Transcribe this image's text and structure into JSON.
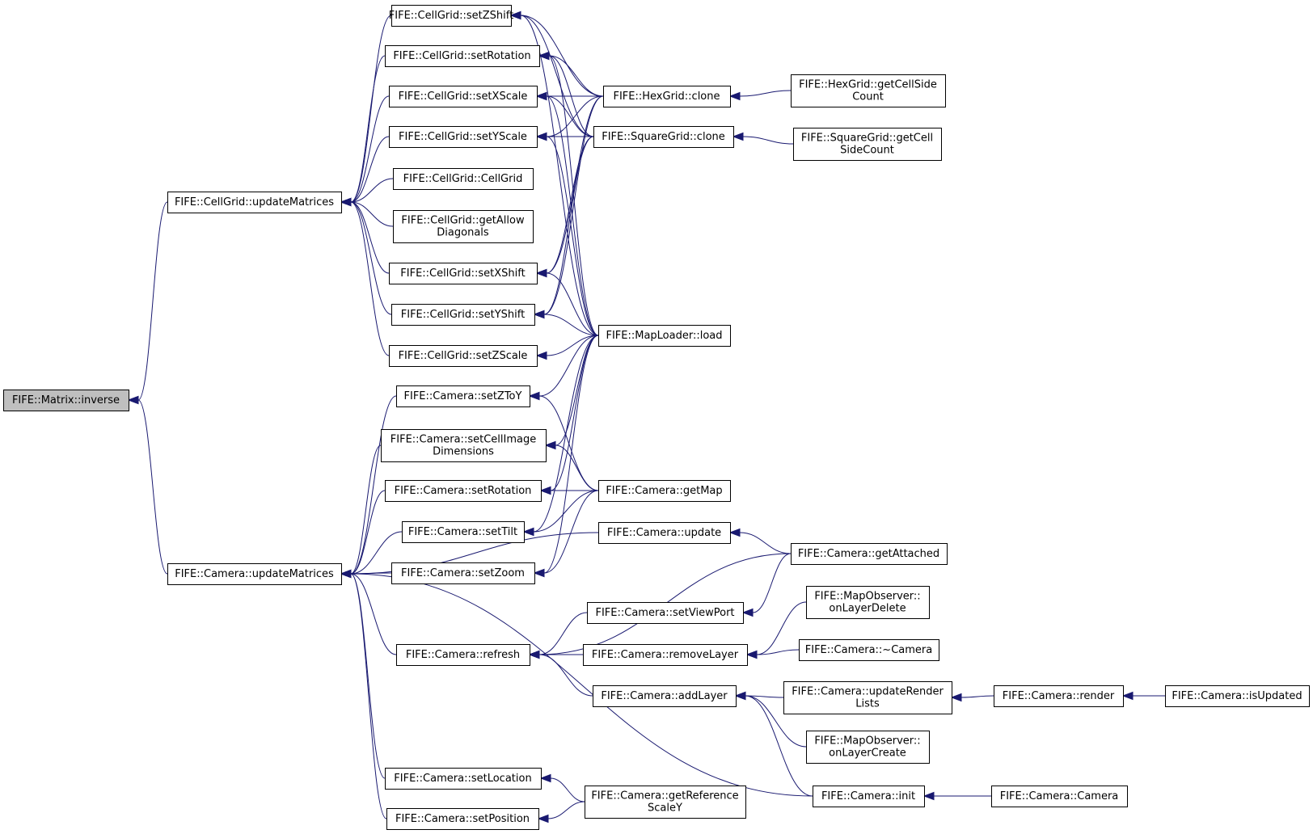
{
  "colors": {
    "edge": "#191970",
    "node_fill": "#ffffff",
    "focus_fill": "#bfbfbf",
    "node_border": "#000000"
  },
  "nodes": [
    {
      "id": "inverse",
      "lines": [
        "FIFE::Matrix::inverse"
      ],
      "focus": true
    },
    {
      "id": "cg_update",
      "lines": [
        "FIFE::CellGrid::updateMatrices"
      ]
    },
    {
      "id": "cam_update",
      "lines": [
        "FIFE::Camera::updateMatrices"
      ]
    },
    {
      "id": "cg_setZShift",
      "lines": [
        "FIFE::CellGrid::setZShift"
      ]
    },
    {
      "id": "cg_setRotation",
      "lines": [
        "FIFE::CellGrid::setRotation"
      ]
    },
    {
      "id": "cg_setXScale",
      "lines": [
        "FIFE::CellGrid::setXScale"
      ]
    },
    {
      "id": "cg_setYScale",
      "lines": [
        "FIFE::CellGrid::setYScale"
      ]
    },
    {
      "id": "cg_CellGrid",
      "lines": [
        "FIFE::CellGrid::CellGrid"
      ]
    },
    {
      "id": "cg_getAllowDiag",
      "lines": [
        "FIFE::CellGrid::getAllow",
        "Diagonals"
      ]
    },
    {
      "id": "cg_setXShift",
      "lines": [
        "FIFE::CellGrid::setXShift"
      ]
    },
    {
      "id": "cg_setYShift",
      "lines": [
        "FIFE::CellGrid::setYShift"
      ]
    },
    {
      "id": "cg_setZScale",
      "lines": [
        "FIFE::CellGrid::setZScale"
      ]
    },
    {
      "id": "cam_setZToY",
      "lines": [
        "FIFE::Camera::setZToY"
      ]
    },
    {
      "id": "cam_setCellImageDim",
      "lines": [
        "FIFE::Camera::setCellImage",
        "Dimensions"
      ]
    },
    {
      "id": "cam_setRotation",
      "lines": [
        "FIFE::Camera::setRotation"
      ]
    },
    {
      "id": "cam_setTilt",
      "lines": [
        "FIFE::Camera::setTilt"
      ]
    },
    {
      "id": "cam_setZoom",
      "lines": [
        "FIFE::Camera::setZoom"
      ]
    },
    {
      "id": "cam_refresh",
      "lines": [
        "FIFE::Camera::refresh"
      ]
    },
    {
      "id": "cam_setLocation",
      "lines": [
        "FIFE::Camera::setLocation"
      ]
    },
    {
      "id": "cam_setPosition",
      "lines": [
        "FIFE::Camera::setPosition"
      ]
    },
    {
      "id": "hex_clone",
      "lines": [
        "FIFE::HexGrid::clone"
      ]
    },
    {
      "id": "sq_clone",
      "lines": [
        "FIFE::SquareGrid::clone"
      ]
    },
    {
      "id": "maploader_load",
      "lines": [
        "FIFE::MapLoader::load"
      ]
    },
    {
      "id": "cam_getMap",
      "lines": [
        "FIFE::Camera::getMap"
      ]
    },
    {
      "id": "cam_updateFn",
      "lines": [
        "FIFE::Camera::update"
      ]
    },
    {
      "id": "cam_setViewPort",
      "lines": [
        "FIFE::Camera::setViewPort"
      ]
    },
    {
      "id": "cam_removeLayer",
      "lines": [
        "FIFE::Camera::removeLayer"
      ]
    },
    {
      "id": "cam_addLayer",
      "lines": [
        "FIFE::Camera::addLayer"
      ]
    },
    {
      "id": "cam_getRefScaleY",
      "lines": [
        "FIFE::Camera::getReference",
        "ScaleY"
      ]
    },
    {
      "id": "hex_getCellSideCount",
      "lines": [
        "FIFE::HexGrid::getCellSide",
        "Count"
      ]
    },
    {
      "id": "sq_getCellSideCount",
      "lines": [
        "FIFE::SquareGrid::getCell",
        "SideCount"
      ]
    },
    {
      "id": "cam_getAttached",
      "lines": [
        "FIFE::Camera::getAttached"
      ]
    },
    {
      "id": "mo_onLayerDelete",
      "lines": [
        "FIFE::MapObserver::",
        "onLayerDelete"
      ]
    },
    {
      "id": "cam_destructor",
      "lines": [
        "FIFE::Camera::~Camera"
      ]
    },
    {
      "id": "cam_updateRenderLists",
      "lines": [
        "FIFE::Camera::updateRender",
        "Lists"
      ]
    },
    {
      "id": "mo_onLayerCreate",
      "lines": [
        "FIFE::MapObserver::",
        "onLayerCreate"
      ]
    },
    {
      "id": "cam_init",
      "lines": [
        "FIFE::Camera::init"
      ]
    },
    {
      "id": "cam_render",
      "lines": [
        "FIFE::Camera::render"
      ]
    },
    {
      "id": "cam_Camera",
      "lines": [
        "FIFE::Camera::Camera"
      ]
    },
    {
      "id": "cam_isUpdated",
      "lines": [
        "FIFE::Camera::isUpdated"
      ]
    }
  ],
  "edges": [
    {
      "from": "cg_update",
      "to": "inverse"
    },
    {
      "from": "cam_update",
      "to": "inverse"
    },
    {
      "from": "cg_setZShift",
      "to": "cg_update"
    },
    {
      "from": "cg_setRotation",
      "to": "cg_update"
    },
    {
      "from": "cg_setXScale",
      "to": "cg_update"
    },
    {
      "from": "cg_setYScale",
      "to": "cg_update"
    },
    {
      "from": "cg_CellGrid",
      "to": "cg_update"
    },
    {
      "from": "cg_getAllowDiag",
      "to": "cg_update"
    },
    {
      "from": "cg_setXShift",
      "to": "cg_update"
    },
    {
      "from": "cg_setYShift",
      "to": "cg_update"
    },
    {
      "from": "cg_setZScale",
      "to": "cg_update"
    },
    {
      "from": "cam_setZToY",
      "to": "cam_update"
    },
    {
      "from": "cam_setCellImageDim",
      "to": "cam_update"
    },
    {
      "from": "cam_setRotation",
      "to": "cam_update"
    },
    {
      "from": "cam_setTilt",
      "to": "cam_update"
    },
    {
      "from": "cam_setZoom",
      "to": "cam_update"
    },
    {
      "from": "cam_updateFn",
      "to": "cam_update"
    },
    {
      "from": "cam_refresh",
      "to": "cam_update"
    },
    {
      "from": "cam_init",
      "to": "cam_update"
    },
    {
      "from": "cam_setLocation",
      "to": "cam_update"
    },
    {
      "from": "cam_setPosition",
      "to": "cam_update"
    },
    {
      "from": "hex_clone",
      "to": "cg_setZShift"
    },
    {
      "from": "sq_clone",
      "to": "cg_setZShift"
    },
    {
      "from": "maploader_load",
      "to": "cg_setZShift"
    },
    {
      "from": "hex_clone",
      "to": "cg_setRotation"
    },
    {
      "from": "sq_clone",
      "to": "cg_setRotation"
    },
    {
      "from": "maploader_load",
      "to": "cg_setRotation"
    },
    {
      "from": "hex_clone",
      "to": "cg_setXScale"
    },
    {
      "from": "sq_clone",
      "to": "cg_setXScale"
    },
    {
      "from": "maploader_load",
      "to": "cg_setXScale"
    },
    {
      "from": "hex_clone",
      "to": "cg_setYScale"
    },
    {
      "from": "sq_clone",
      "to": "cg_setYScale"
    },
    {
      "from": "maploader_load",
      "to": "cg_setYScale"
    },
    {
      "from": "hex_clone",
      "to": "cg_setXShift"
    },
    {
      "from": "sq_clone",
      "to": "cg_setXShift"
    },
    {
      "from": "maploader_load",
      "to": "cg_setXShift"
    },
    {
      "from": "hex_clone",
      "to": "cg_setYShift"
    },
    {
      "from": "sq_clone",
      "to": "cg_setYShift"
    },
    {
      "from": "maploader_load",
      "to": "cg_setYShift"
    },
    {
      "from": "maploader_load",
      "to": "cg_setZScale"
    },
    {
      "from": "maploader_load",
      "to": "cam_setZToY"
    },
    {
      "from": "cam_getMap",
      "to": "cam_setZToY"
    },
    {
      "from": "maploader_load",
      "to": "cam_setCellImageDim"
    },
    {
      "from": "cam_getMap",
      "to": "cam_setCellImageDim"
    },
    {
      "from": "maploader_load",
      "to": "cam_setRotation"
    },
    {
      "from": "cam_getMap",
      "to": "cam_setRotation"
    },
    {
      "from": "maploader_load",
      "to": "cam_setTilt"
    },
    {
      "from": "cam_getMap",
      "to": "cam_setTilt"
    },
    {
      "from": "maploader_load",
      "to": "cam_setZoom"
    },
    {
      "from": "cam_getMap",
      "to": "cam_setZoom"
    },
    {
      "from": "cam_getAttached",
      "to": "cam_refresh"
    },
    {
      "from": "cam_setViewPort",
      "to": "cam_refresh"
    },
    {
      "from": "cam_removeLayer",
      "to": "cam_refresh"
    },
    {
      "from": "cam_addLayer",
      "to": "cam_refresh"
    },
    {
      "from": "cam_getRefScaleY",
      "to": "cam_setLocation"
    },
    {
      "from": "cam_getRefScaleY",
      "to": "cam_setPosition"
    },
    {
      "from": "hex_getCellSideCount",
      "to": "hex_clone"
    },
    {
      "from": "sq_getCellSideCount",
      "to": "sq_clone"
    },
    {
      "from": "cam_getAttached",
      "to": "cam_updateFn"
    },
    {
      "from": "cam_getAttached",
      "to": "cam_setViewPort"
    },
    {
      "from": "mo_onLayerDelete",
      "to": "cam_removeLayer"
    },
    {
      "from": "cam_destructor",
      "to": "cam_removeLayer"
    },
    {
      "from": "cam_updateRenderLists",
      "to": "cam_addLayer"
    },
    {
      "from": "mo_onLayerCreate",
      "to": "cam_addLayer"
    },
    {
      "from": "cam_init",
      "to": "cam_addLayer"
    },
    {
      "from": "cam_render",
      "to": "cam_updateRenderLists"
    },
    {
      "from": "cam_Camera",
      "to": "cam_init"
    },
    {
      "from": "cam_isUpdated",
      "to": "cam_render"
    }
  ]
}
